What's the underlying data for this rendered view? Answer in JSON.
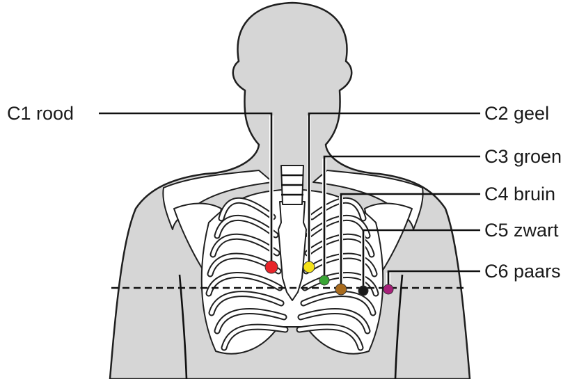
{
  "labels": {
    "c1": "C1 rood",
    "c2": "C2 geel",
    "c3": "C3 groen",
    "c4": "C4 bruin",
    "c5": "C5 zwart",
    "c6": "C6 paars"
  },
  "electrode_colors": {
    "c1": "#e8242a",
    "c2": "#f4e21a",
    "c3": "#3aa535",
    "c4": "#a86a1c",
    "c5": "#1a1a1a",
    "c6": "#a8207a"
  },
  "icons": {
    "figure": "torso-ribcage-illustration"
  }
}
